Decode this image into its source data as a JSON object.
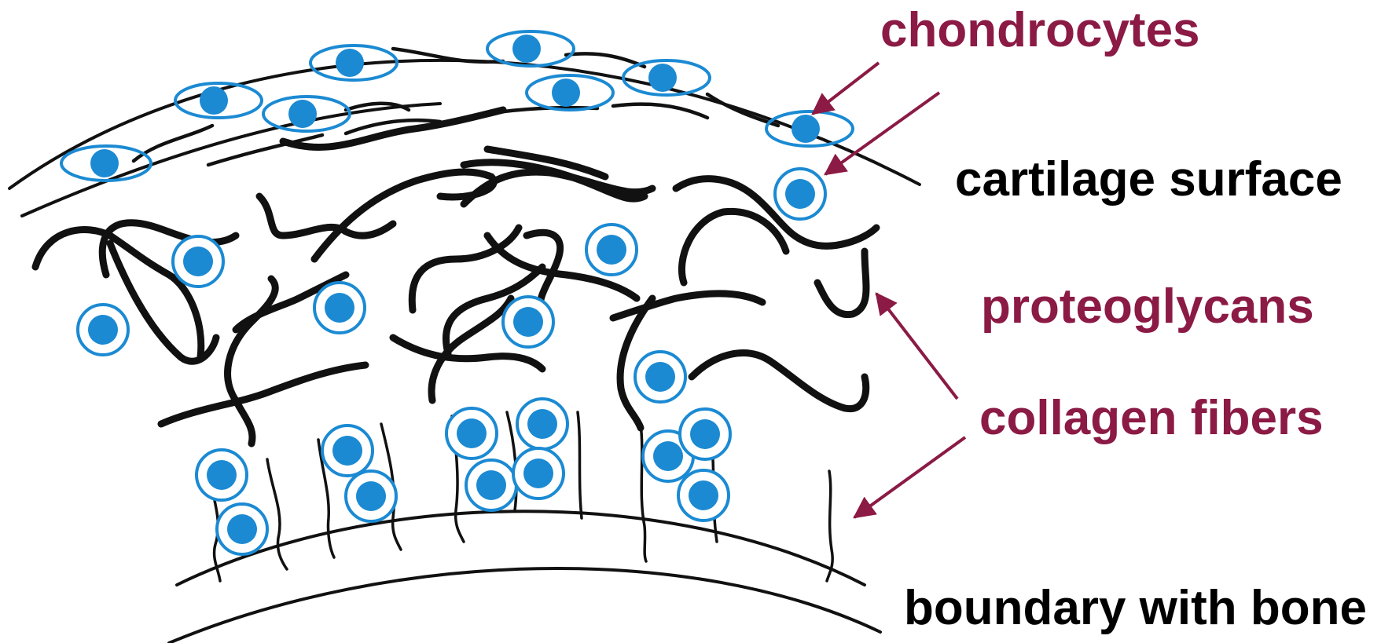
{
  "labels": {
    "chondrocytes": "chondrocytes",
    "cartilage_surface": "cartilage surface",
    "proteoglycans": "proteoglycans",
    "collagen_fibers": "collagen fibers",
    "boundary_with_bone": "boundary with bone"
  },
  "colors": {
    "accent_label": "#8b1a45",
    "black_label": "#000000",
    "cell_blue": "#1b8ad3",
    "line": "#111111"
  }
}
